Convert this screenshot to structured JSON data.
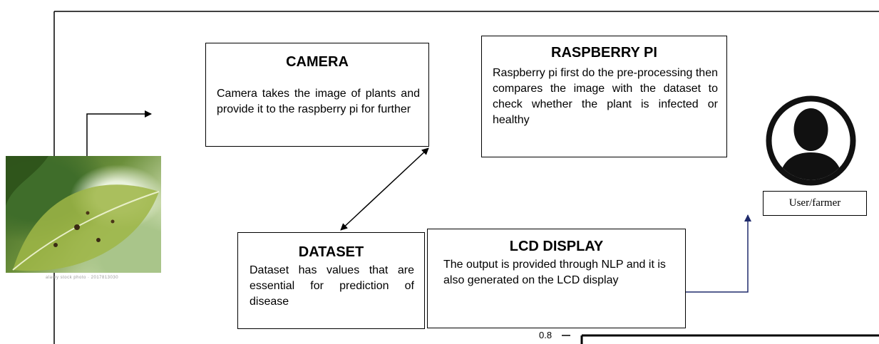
{
  "camera": {
    "title": "CAMERA",
    "body": "Camera takes the image of plants and provide it to the raspberry pi for further"
  },
  "raspberry_pi": {
    "title": "RASPBERRY PI",
    "body": "Raspberry pi first do the pre-processing then compares the image with the dataset to check whether the plant is infected or healthy"
  },
  "dataset": {
    "title": "DATASET",
    "body": "Dataset has values that are essential for prediction of disease"
  },
  "lcd_display": {
    "title": "LCD DISPLAY",
    "body": "The output is provided through NLP and it is also generated on the LCD display"
  },
  "user": {
    "label": "User/farmer",
    "icon": "user-avatar-icon"
  },
  "leaf_image": {
    "icon": "leaf-photo",
    "caption": "alamy stock photo · 2017813030"
  },
  "chart_fragment": {
    "tick_label": "0.8"
  },
  "colors": {
    "line": "#000000",
    "arrow_to_user": "#1f2a6b"
  }
}
